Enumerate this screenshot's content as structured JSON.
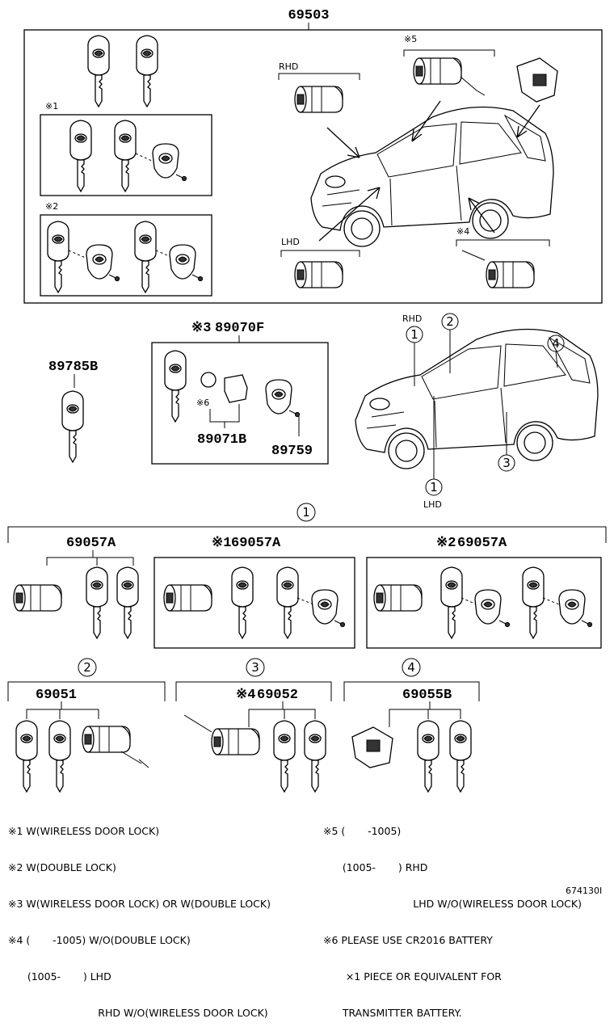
{
  "part_numbers": {
    "main_set": "69503",
    "transmitter_set": "89070F",
    "transmitter_set_mark": "※3",
    "key_blank": "89785B",
    "transmitter_case": "89071B",
    "battery": "89759",
    "cyl_key_set": "69057A",
    "cyl_key_set_w1": "69057A",
    "cyl_key_set_w1_mark": "※1",
    "cyl_key_set_w2": "69057A",
    "cyl_key_set_w2_mark": "※2",
    "door_cyl_left": "69051",
    "door_cyl_back": "69052",
    "door_cyl_back_mark": "※4",
    "door_cyl_right": "69055B"
  },
  "labels": {
    "rhd_top": "RHD",
    "lhd_top": "LHD",
    "rhd_car": "RHD",
    "lhd_car": "LHD",
    "mark1": "※1",
    "mark2": "※2",
    "mark4": "※4",
    "mark5": "※5",
    "mark6": "※6"
  },
  "callouts": {
    "c1": "1",
    "c2": "2",
    "c3": "3",
    "c4": "4"
  },
  "notes_left": [
    "※1 W(WIRELESS DOOR LOCK)",
    "※2 W(DOUBLE LOCK)",
    "※3 W(WIRELESS DOOR LOCK) OR W(DOUBLE LOCK)",
    "※4 (       -1005) W/O(DOUBLE LOCK)",
    "      (1005-       ) LHD",
    "                            RHD W/O(WIRELESS DOOR LOCK)"
  ],
  "notes_right": [
    "※5 (       -1005)",
    "      (1005-       ) RHD",
    "                            LHD W/O(WIRELESS DOOR LOCK)",
    "※6 PLEASE USE CR2016 BATTERY",
    "       ×1 PIECE OR EQUIVALENT FOR",
    "      TRANSMITTER BATTERY."
  ],
  "diagram_id": "674130I"
}
